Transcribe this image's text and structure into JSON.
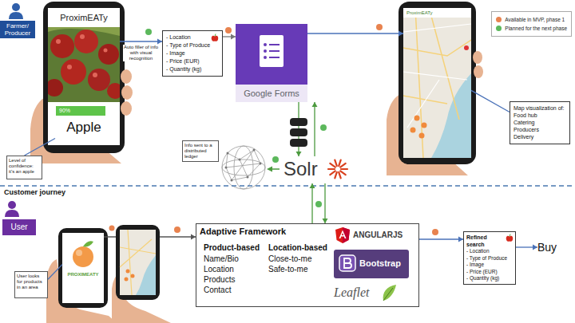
{
  "diagram": {
    "nodes": [
      {
        "text": [
          "Farmer/ Producer"
        ]
      },
      {
        "text": [
          "ProximEATy",
          "Apple"
        ]
      },
      {
        "text": [
          "90%"
        ],
        "in": 1
      },
      {
        "text": [
          "Level of confidence: it's an apple"
        ]
      },
      {
        "text": [
          "- Location",
          "- Type of Produce",
          "- Image",
          "- Price (EUR)",
          "- Quantity (kg)"
        ]
      },
      {
        "text": [
          "Google Forms"
        ]
      },
      {
        "text": [
          "ProximEATy"
        ]
      },
      {
        "text": [
          "Map visualization of:",
          "Food hub",
          "Catering",
          "Producers",
          "Delivery"
        ]
      },
      {
        "text": [
          "Info sent to a distributed ledger"
        ]
      },
      {
        "text": [
          "Solr"
        ]
      },
      {
        "text": [
          "User"
        ]
      },
      {
        "text": [
          "PROXIMEATY"
        ]
      },
      {
        "text": [
          "User looks for products in an area"
        ]
      },
      {
        "text": [
          "Adaptive Framework",
          "Product-based",
          "Name/Bio",
          "Location",
          "Products",
          "Contact",
          "Location-based",
          "Close-to-me",
          "Safe-to-me"
        ]
      },
      {
        "text": [
          "ANGULARJS"
        ],
        "in": 13
      },
      {
        "text": [
          "Bootstrap"
        ],
        "in": 13
      },
      {
        "text": [
          "Leaflet"
        ],
        "in": 13
      },
      {
        "text": [
          "Refined search",
          "- Location",
          "- Type of Produce",
          "- Image",
          "- Price (EUR)",
          "- Quantity (kg)"
        ]
      },
      {
        "text": [
          "Buy"
        ]
      }
    ],
    "edges": [
      {
        "from": 1,
        "to": 4,
        "label": "Auto filler of info with visual recognition",
        "arrow": "to"
      },
      {
        "from": 4,
        "to": 5,
        "arrow": "to"
      },
      {
        "from": 5,
        "to": 6,
        "arrow": "to"
      },
      {
        "from": 5,
        "to": 9,
        "arrow": "to"
      },
      {
        "from": 9,
        "to": 5,
        "arrow": "to"
      },
      {
        "from": 3,
        "to": 1,
        "arrow": "none"
      },
      {
        "from": 7,
        "to": 6,
        "arrow": "none"
      },
      {
        "from": 12,
        "to": 11,
        "arrow": "none"
      },
      {
        "from": 11,
        "to": 13,
        "arrow": "to"
      },
      {
        "from": 9,
        "to": 13,
        "arrow": "to"
      },
      {
        "from": 13,
        "to": 9,
        "arrow": "to"
      },
      {
        "from": 13,
        "to": 17,
        "arrow": "to"
      },
      {
        "from": 17,
        "to": 18,
        "arrow": "to"
      }
    ],
    "labels": [
      "Customer journey"
    ],
    "legend": [
      {
        "text": "Available in MVP, phase 1",
        "color": "#e8834f"
      },
      {
        "text": "Planned for the next phase",
        "color": "#5cb85c"
      }
    ]
  }
}
